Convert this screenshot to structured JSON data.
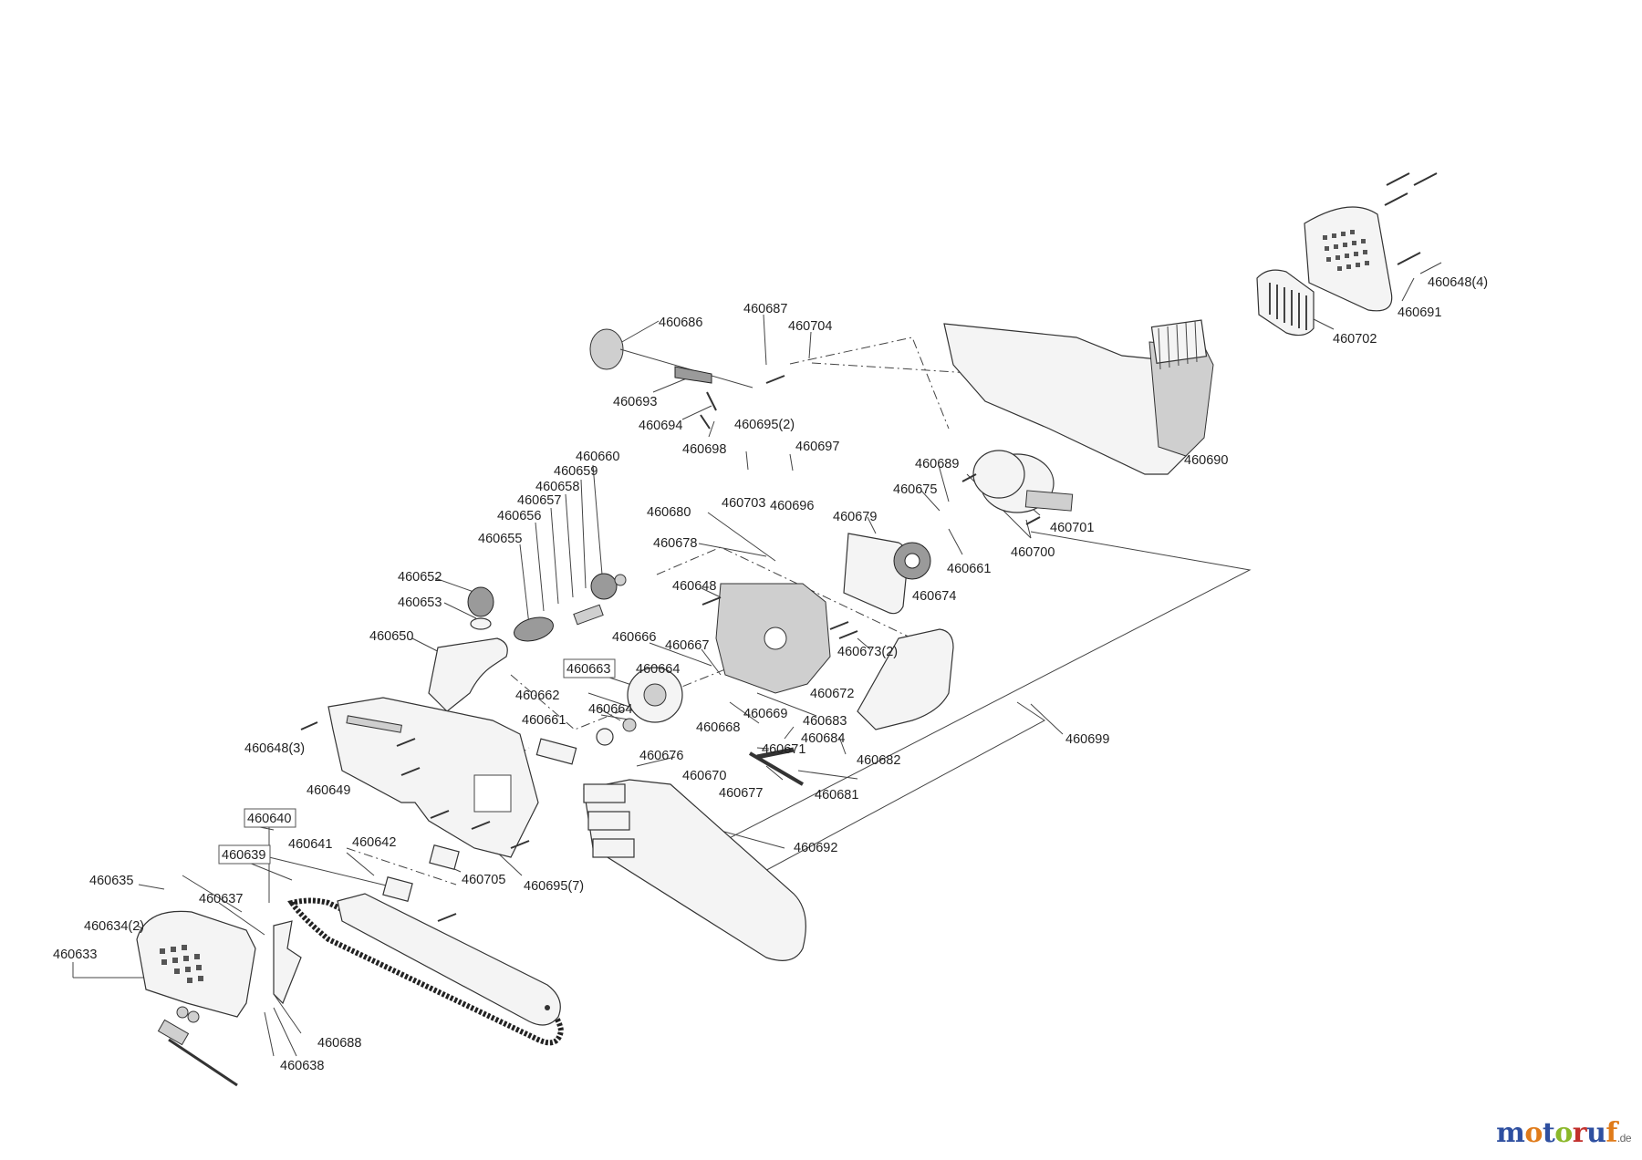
{
  "parts": [
    {
      "id": "p686",
      "label": "460686"
    },
    {
      "id": "p687",
      "label": "460687"
    },
    {
      "id": "p704",
      "label": "460704"
    },
    {
      "id": "p693",
      "label": "460693"
    },
    {
      "id": "p694",
      "label": "460694"
    },
    {
      "id": "p695_2",
      "label": "460695(2)"
    },
    {
      "id": "p698",
      "label": "460698"
    },
    {
      "id": "p697",
      "label": "460697"
    },
    {
      "id": "p703",
      "label": "460703"
    },
    {
      "id": "p696",
      "label": "460696"
    },
    {
      "id": "p690",
      "label": "460690"
    },
    {
      "id": "p648_4",
      "label": "460648(4)"
    },
    {
      "id": "p691",
      "label": "460691"
    },
    {
      "id": "p702",
      "label": "460702"
    },
    {
      "id": "p660",
      "label": "460660"
    },
    {
      "id": "p659",
      "label": "460659"
    },
    {
      "id": "p658",
      "label": "460658"
    },
    {
      "id": "p657",
      "label": "460657"
    },
    {
      "id": "p656",
      "label": "460656"
    },
    {
      "id": "p655",
      "label": "460655"
    },
    {
      "id": "p652",
      "label": "460652"
    },
    {
      "id": "p653",
      "label": "460653"
    },
    {
      "id": "p650",
      "label": "460650"
    },
    {
      "id": "p680",
      "label": "460680"
    },
    {
      "id": "p678",
      "label": "460678"
    },
    {
      "id": "p648",
      "label": "460648"
    },
    {
      "id": "p679",
      "label": "460679"
    },
    {
      "id": "p689",
      "label": "460689"
    },
    {
      "id": "p675",
      "label": "460675"
    },
    {
      "id": "p701",
      "label": "460701"
    },
    {
      "id": "p661a",
      "label": "460661"
    },
    {
      "id": "p700",
      "label": "460700"
    },
    {
      "id": "p674",
      "label": "460674"
    },
    {
      "id": "p666",
      "label": "460666"
    },
    {
      "id": "p667",
      "label": "460667"
    },
    {
      "id": "p673_2",
      "label": "460673(2)"
    },
    {
      "id": "p663",
      "label": "460663",
      "boxed": true
    },
    {
      "id": "p664a",
      "label": "460664"
    },
    {
      "id": "p662",
      "label": "460662"
    },
    {
      "id": "p664b",
      "label": "460664"
    },
    {
      "id": "p672",
      "label": "460672"
    },
    {
      "id": "p661b",
      "label": "460661"
    },
    {
      "id": "p668",
      "label": "460668"
    },
    {
      "id": "p669",
      "label": "460669"
    },
    {
      "id": "p683",
      "label": "460683"
    },
    {
      "id": "p684",
      "label": "460684"
    },
    {
      "id": "p671",
      "label": "460671"
    },
    {
      "id": "p682",
      "label": "460682"
    },
    {
      "id": "p648_3",
      "label": "460648(3)"
    },
    {
      "id": "p676",
      "label": "460676"
    },
    {
      "id": "p670",
      "label": "460670"
    },
    {
      "id": "p699",
      "label": "460699"
    },
    {
      "id": "p649",
      "label": "460649"
    },
    {
      "id": "p677",
      "label": "460677"
    },
    {
      "id": "p681",
      "label": "460681"
    },
    {
      "id": "p640",
      "label": "460640",
      "boxed": true
    },
    {
      "id": "p692",
      "label": "460692"
    },
    {
      "id": "p641",
      "label": "460641"
    },
    {
      "id": "p642",
      "label": "460642"
    },
    {
      "id": "p639",
      "label": "460639",
      "boxed": true
    },
    {
      "id": "p705",
      "label": "460705"
    },
    {
      "id": "p695_7",
      "label": "460695(7)"
    },
    {
      "id": "p635",
      "label": "460635"
    },
    {
      "id": "p637",
      "label": "460637"
    },
    {
      "id": "p634_2",
      "label": "460634(2)"
    },
    {
      "id": "p633",
      "label": "460633"
    },
    {
      "id": "p688",
      "label": "460688"
    },
    {
      "id": "p638",
      "label": "460638"
    }
  ],
  "watermark": {
    "letters": [
      {
        "ch": "m",
        "color": "#2e4fa0"
      },
      {
        "ch": "o",
        "color": "#e07b1a"
      },
      {
        "ch": "t",
        "color": "#2e4fa0"
      },
      {
        "ch": "o",
        "color": "#8bb82a"
      },
      {
        "ch": "r",
        "color": "#c2302c"
      },
      {
        "ch": "u",
        "color": "#2e4fa0"
      },
      {
        "ch": "f",
        "color": "#e07b1a"
      }
    ],
    "suffix": ".de"
  }
}
